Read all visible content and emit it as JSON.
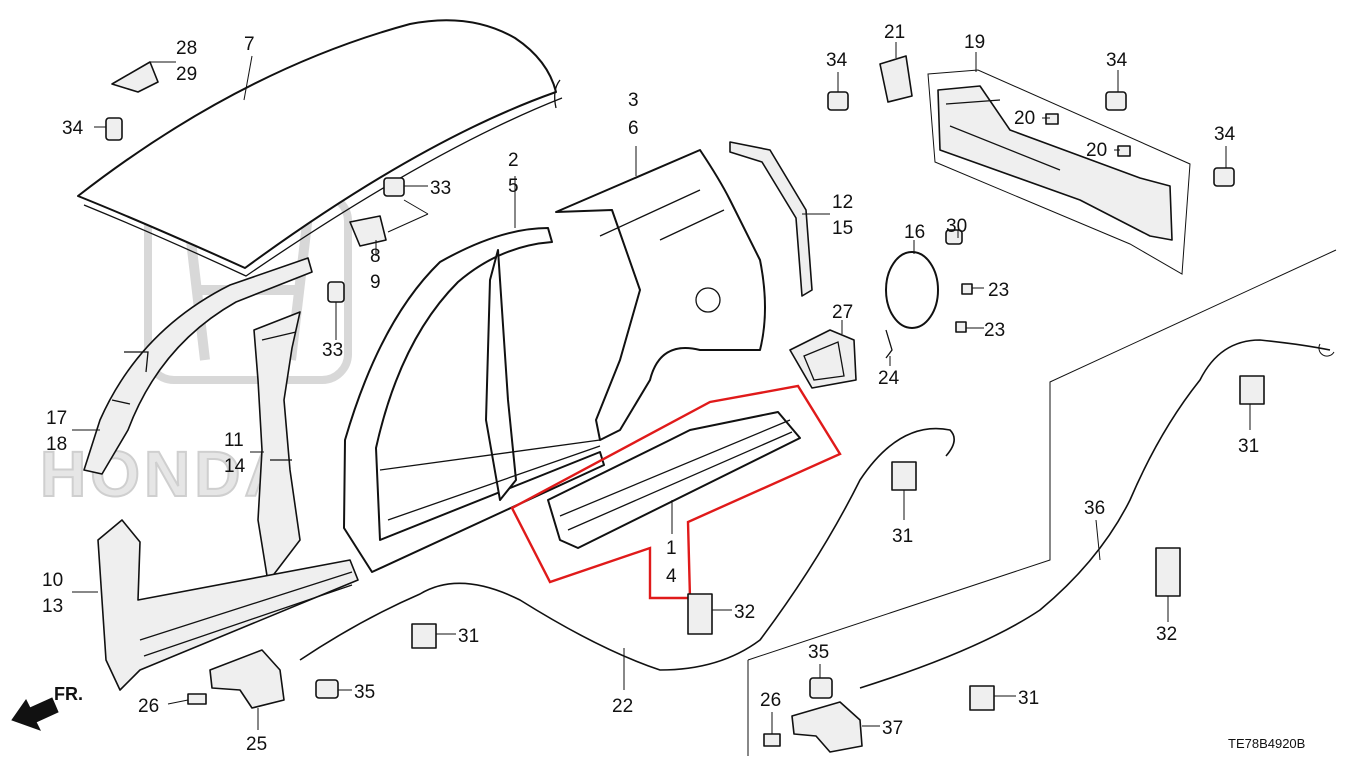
{
  "labels": [
    {
      "id": "7",
      "text": "7"
    },
    {
      "id": "28",
      "text": "28"
    },
    {
      "id": "29",
      "text": "29"
    },
    {
      "id": "34a",
      "text": "34"
    },
    {
      "id": "34b",
      "text": "34"
    },
    {
      "id": "34c",
      "text": "34"
    },
    {
      "id": "34d",
      "text": "34"
    },
    {
      "id": "33a",
      "text": "33"
    },
    {
      "id": "33b",
      "text": "33"
    },
    {
      "id": "8",
      "text": "8"
    },
    {
      "id": "9",
      "text": "9"
    },
    {
      "id": "2",
      "text": "2"
    },
    {
      "id": "5",
      "text": "5"
    },
    {
      "id": "3",
      "text": "3"
    },
    {
      "id": "6",
      "text": "6"
    },
    {
      "id": "21",
      "text": "21"
    },
    {
      "id": "19",
      "text": "19"
    },
    {
      "id": "20a",
      "text": "20"
    },
    {
      "id": "20b",
      "text": "20"
    },
    {
      "id": "12",
      "text": "12"
    },
    {
      "id": "15",
      "text": "15"
    },
    {
      "id": "16",
      "text": "16"
    },
    {
      "id": "30",
      "text": "30"
    },
    {
      "id": "23a",
      "text": "23"
    },
    {
      "id": "23b",
      "text": "23"
    },
    {
      "id": "27",
      "text": "27"
    },
    {
      "id": "24",
      "text": "24"
    },
    {
      "id": "17",
      "text": "17"
    },
    {
      "id": "18",
      "text": "18"
    },
    {
      "id": "11",
      "text": "11"
    },
    {
      "id": "14",
      "text": "14"
    },
    {
      "id": "10",
      "text": "10"
    },
    {
      "id": "13",
      "text": "13"
    },
    {
      "id": "1",
      "text": "1"
    },
    {
      "id": "4",
      "text": "4"
    },
    {
      "id": "31a",
      "text": "31"
    },
    {
      "id": "31b",
      "text": "31"
    },
    {
      "id": "31c",
      "text": "31"
    },
    {
      "id": "31d",
      "text": "31"
    },
    {
      "id": "32a",
      "text": "32"
    },
    {
      "id": "32b",
      "text": "32"
    },
    {
      "id": "36",
      "text": "36"
    },
    {
      "id": "22",
      "text": "22"
    },
    {
      "id": "35a",
      "text": "35"
    },
    {
      "id": "35b",
      "text": "35"
    },
    {
      "id": "26a",
      "text": "26"
    },
    {
      "id": "26b",
      "text": "26"
    },
    {
      "id": "25",
      "text": "25"
    },
    {
      "id": "37",
      "text": "37"
    }
  ],
  "front_indicator": "FR.",
  "watermark": "HONDA",
  "diagram_code": "TE78B4920B",
  "highlight_color": "#e01a1a"
}
